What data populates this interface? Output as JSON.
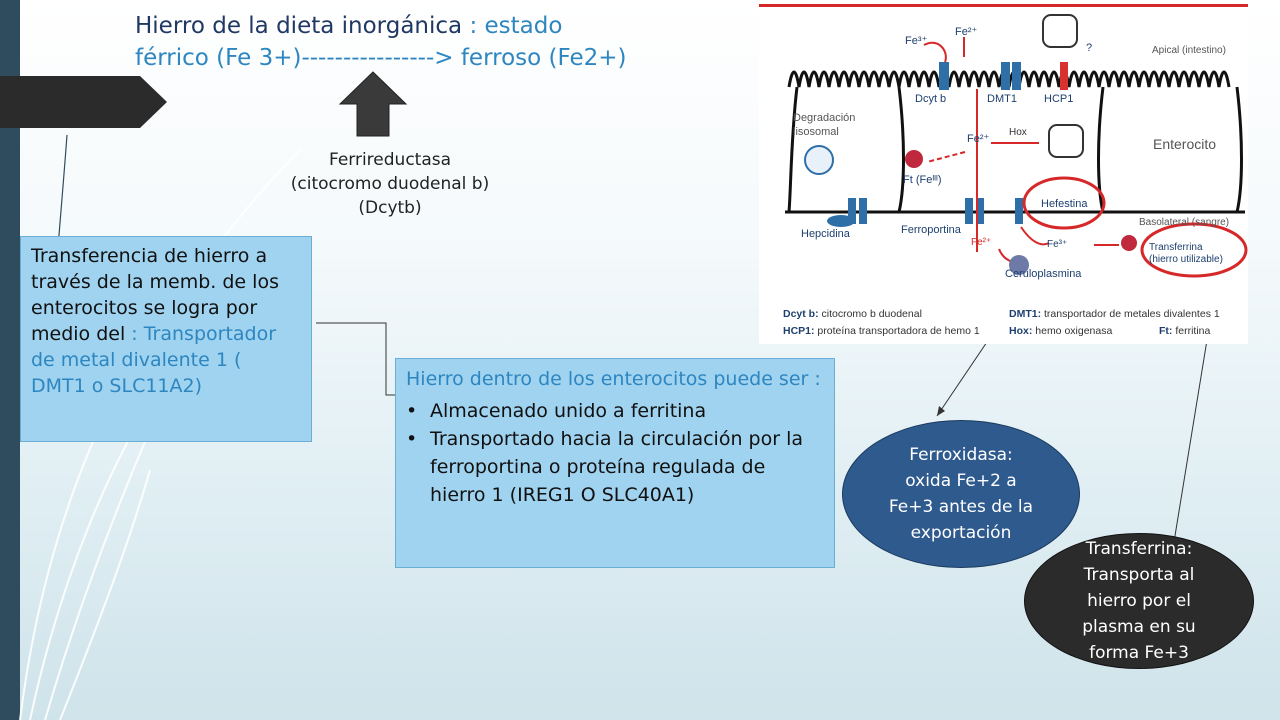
{
  "slide": {
    "title_line1": "Hierro de la dieta inorgánica",
    "title_sep": " : ",
    "title_accent_line1": "estado",
    "title_accent_line2": "férrico (Fe 3+)----------------> ferroso (Fe2+)",
    "enzyme_line1": "Ferrireductasa",
    "enzyme_line2": "(citocromo duodenal b)",
    "enzyme_line3": "(Dcytb)",
    "box1_text": "Transferencia de hierro a través de la memb. de los enterocitos se logra por medio del",
    "box1_sep": " :",
    "box1_accent": "Transportador de metal divalente 1 ( DMT1 o SLC11A2)",
    "box2_head": "Hierro dentro de los enterocitos puede ser :",
    "box2_items": [
      "Almacenado unido a ferritina",
      "Transportado hacia la circulación por la ferroportina o proteína regulada de hierro 1 (IREG1 O SLC40A1)"
    ],
    "ellipse1": "Ferroxidasa: oxida Fe+2 a Fe+3 antes de la exportación",
    "ellipse2": "Transferrina: Transporta al hierro por el plasma en su forma Fe+3"
  },
  "diagram": {
    "fe3_top": "Fe³⁺",
    "fe2_top": "Fe²⁺",
    "question": "?",
    "apical": "Apical (intestino)",
    "dcytb": "Dcyt b",
    "dmt1": "DMT1",
    "hcp1": "HCP1",
    "degradacion1": "Degradación",
    "degradacion2": "lisosomal",
    "fe2_mid": "Fe²⁺",
    "hox": "Hox",
    "enterocito": "Enterocito",
    "ft": "Ft (Feᴵᴵᴵ)",
    "hefestina": "Hefestina",
    "basolateral": "Basolateral (sangre)",
    "hepcidina": "Hepcidina",
    "ferroportina": "Ferroportina",
    "fe2_low": "Fe²⁺",
    "fe3_low": "Fe³⁺",
    "transferrina1": "Transferrina",
    "transferrina2": "(hierro utilizable)",
    "ceruloplasmina": "Ceruloplasmina",
    "legend1_key": "Dcyt b:",
    "legend1_val": " citocromo b duodenal",
    "legend2_key": "HCP1:",
    "legend2_val": " proteína transportadora de hemo 1",
    "legend3_key": "DMT1:",
    "legend3_val": " transportador de metales divalentes 1",
    "legend4_key": "Hox:",
    "legend4_val": " hemo oxigenasa",
    "legend5_key": "Ft:",
    "legend5_val": " ferritina"
  },
  "colors": {
    "left_bar": "#2e4c5e",
    "title": "#1f3864",
    "accent": "#2e86c1",
    "box_fill": "#9fd3ef",
    "ellipse1": "#2e5a8e",
    "ellipse2": "#2b2b2b",
    "highlight": "#d62828"
  }
}
